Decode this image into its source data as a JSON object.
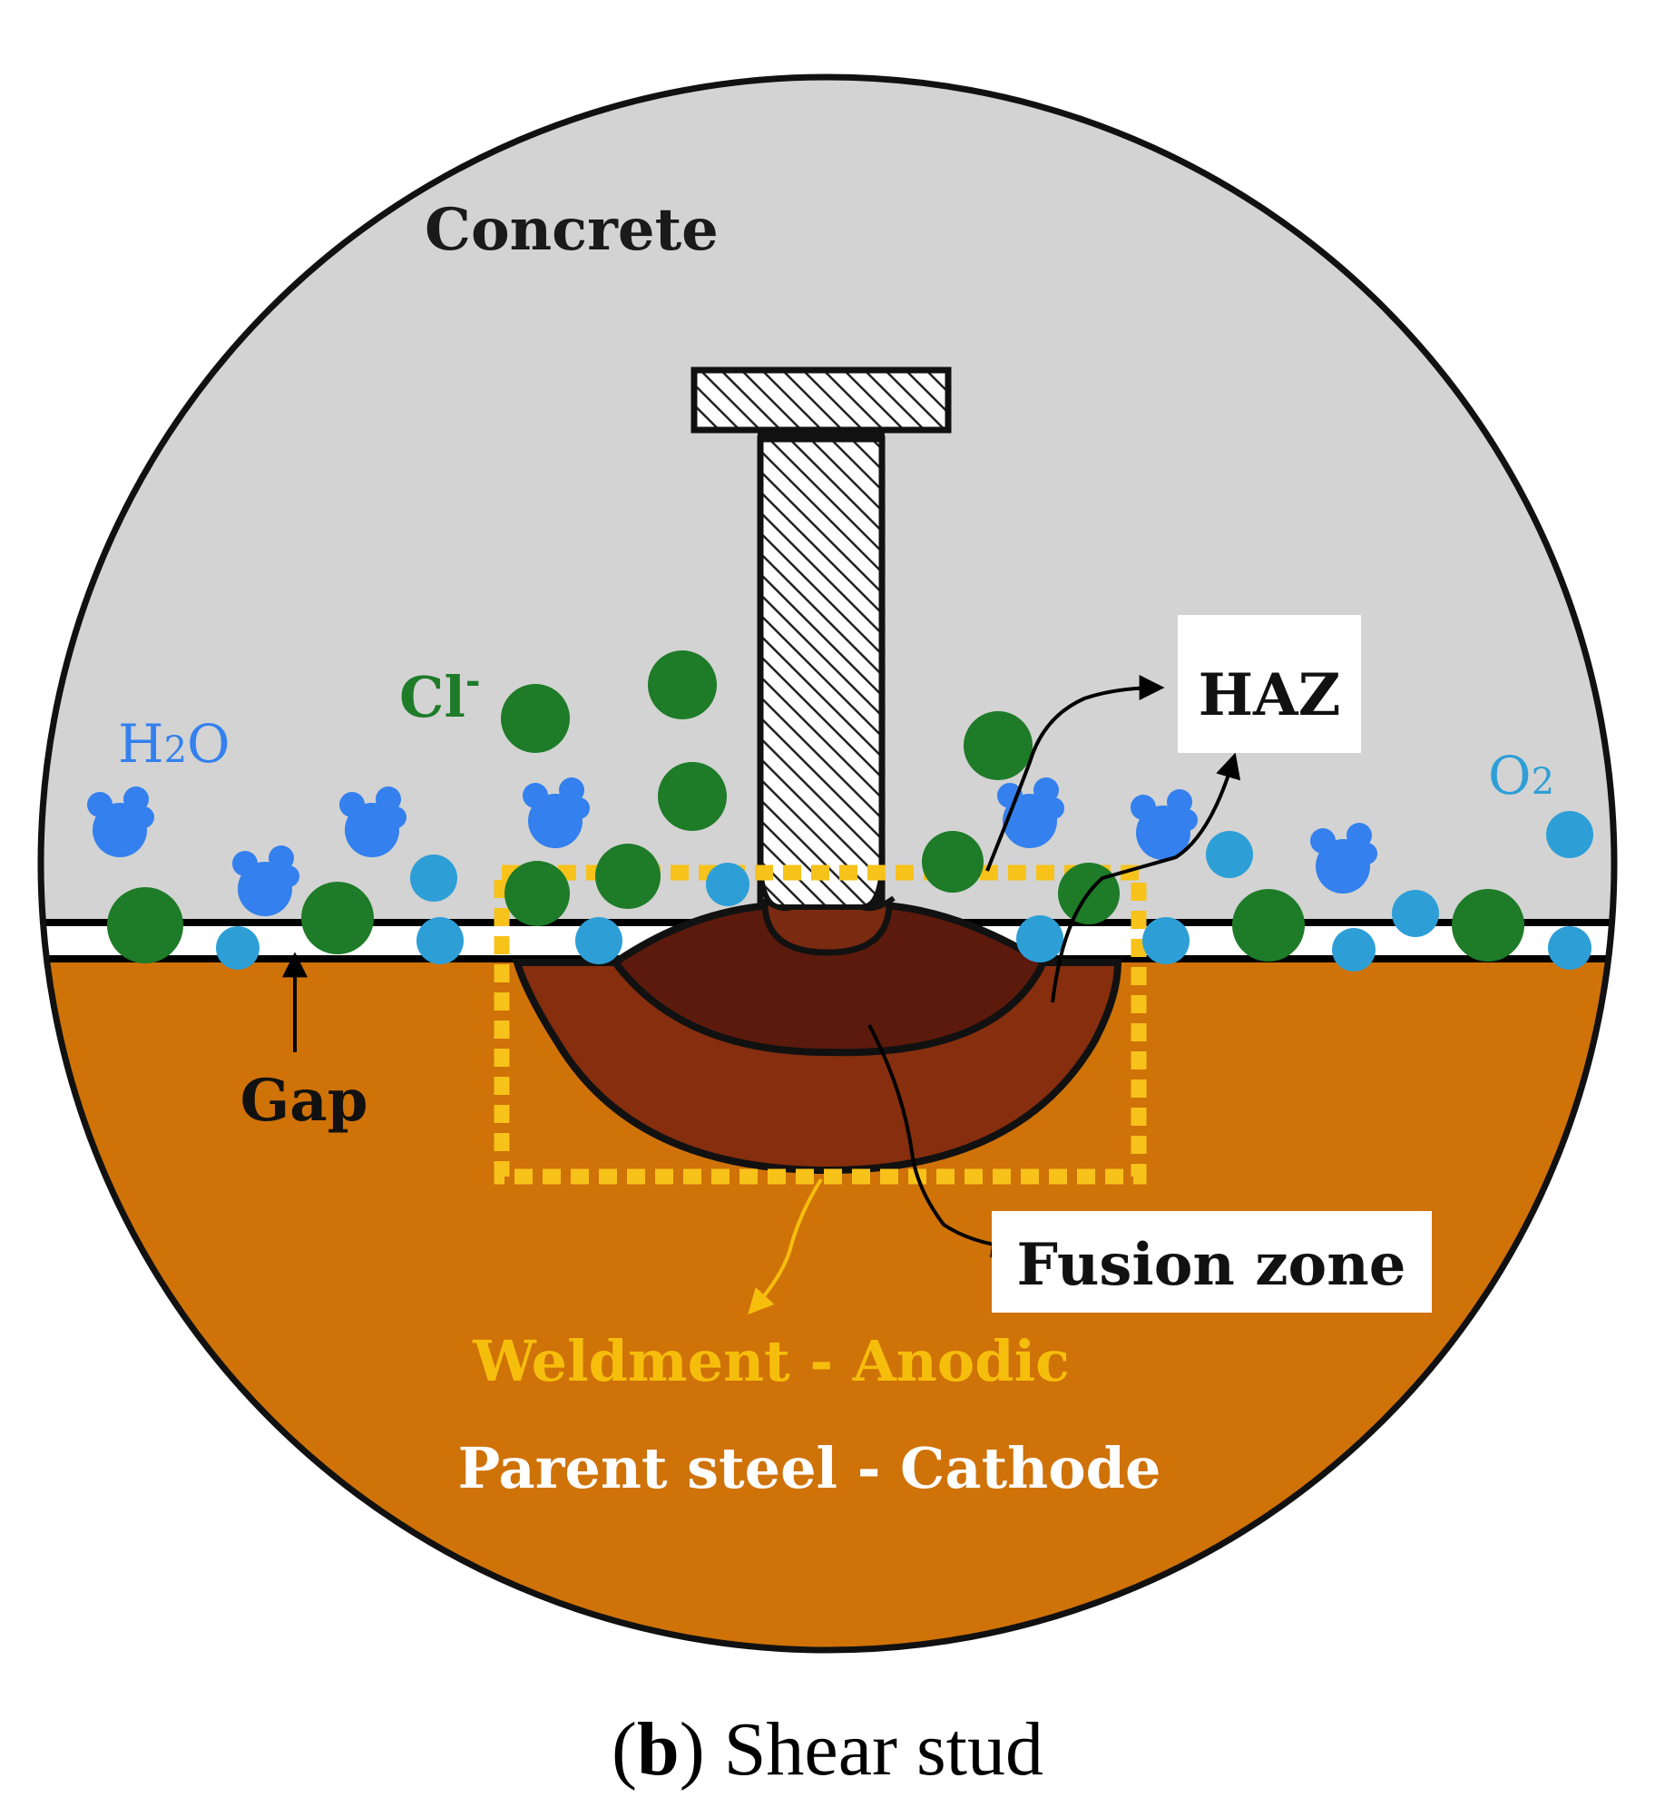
{
  "labels": {
    "concrete": "Concrete",
    "h2o_main": "H",
    "h2o_sub": "2",
    "h2o_tail": "O",
    "cl_main": "Cl",
    "cl_sup": "-",
    "o2_main": "O",
    "o2_sub": "2",
    "haz": "HAZ",
    "gap": "Gap",
    "fusion_zone": "Fusion zone",
    "weldment": "Weldment - Anodic",
    "parent_steel": "Parent steel - Cathode"
  },
  "caption": {
    "open": "(",
    "letter": "b",
    "close": ")",
    "text": " Shear stud"
  },
  "colors": {
    "concrete": "#d3d3d3",
    "steel": "#cf7208",
    "haz": "#862e0e",
    "fusion": "#5c1a0c",
    "chloride": "#1e7b28",
    "oxygen": "#2d9fd6",
    "water": "#3380ee",
    "weldment_label": "#f6be0c",
    "weldment_box": "#f7c21a"
  }
}
